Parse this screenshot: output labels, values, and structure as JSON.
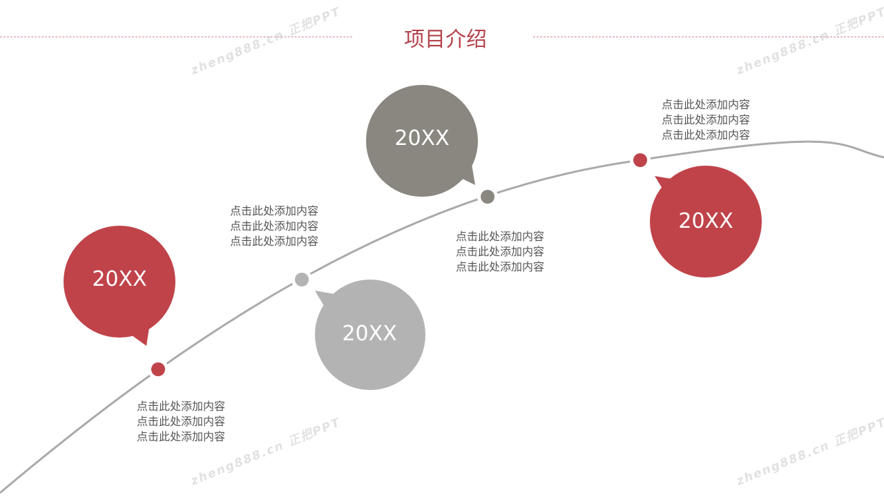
{
  "title": "项目介绍",
  "watermark": "zheng888.cn 正把PPT",
  "colors": {
    "red": "#c0434a",
    "dark_gray": "#8a8680",
    "light_gray": "#b3b3b3",
    "line": "#aaaaaa"
  },
  "milestones": [
    {
      "year": "20XX",
      "text": [
        "点击此处添加内容",
        "点击此处添加内容",
        "点击此处添加内容"
      ]
    },
    {
      "year": "20XX",
      "text": [
        "点击此处添加内容",
        "点击此处添加内容",
        "点击此处添加内容"
      ]
    },
    {
      "year": "20XX",
      "text": [
        "点击此处添加内容",
        "点击此处添加内容",
        "点击此处添加内容"
      ]
    },
    {
      "year": "20XX",
      "text": [
        "点击此处添加内容",
        "点击此处添加内容",
        "点击此处添加内容"
      ]
    }
  ]
}
